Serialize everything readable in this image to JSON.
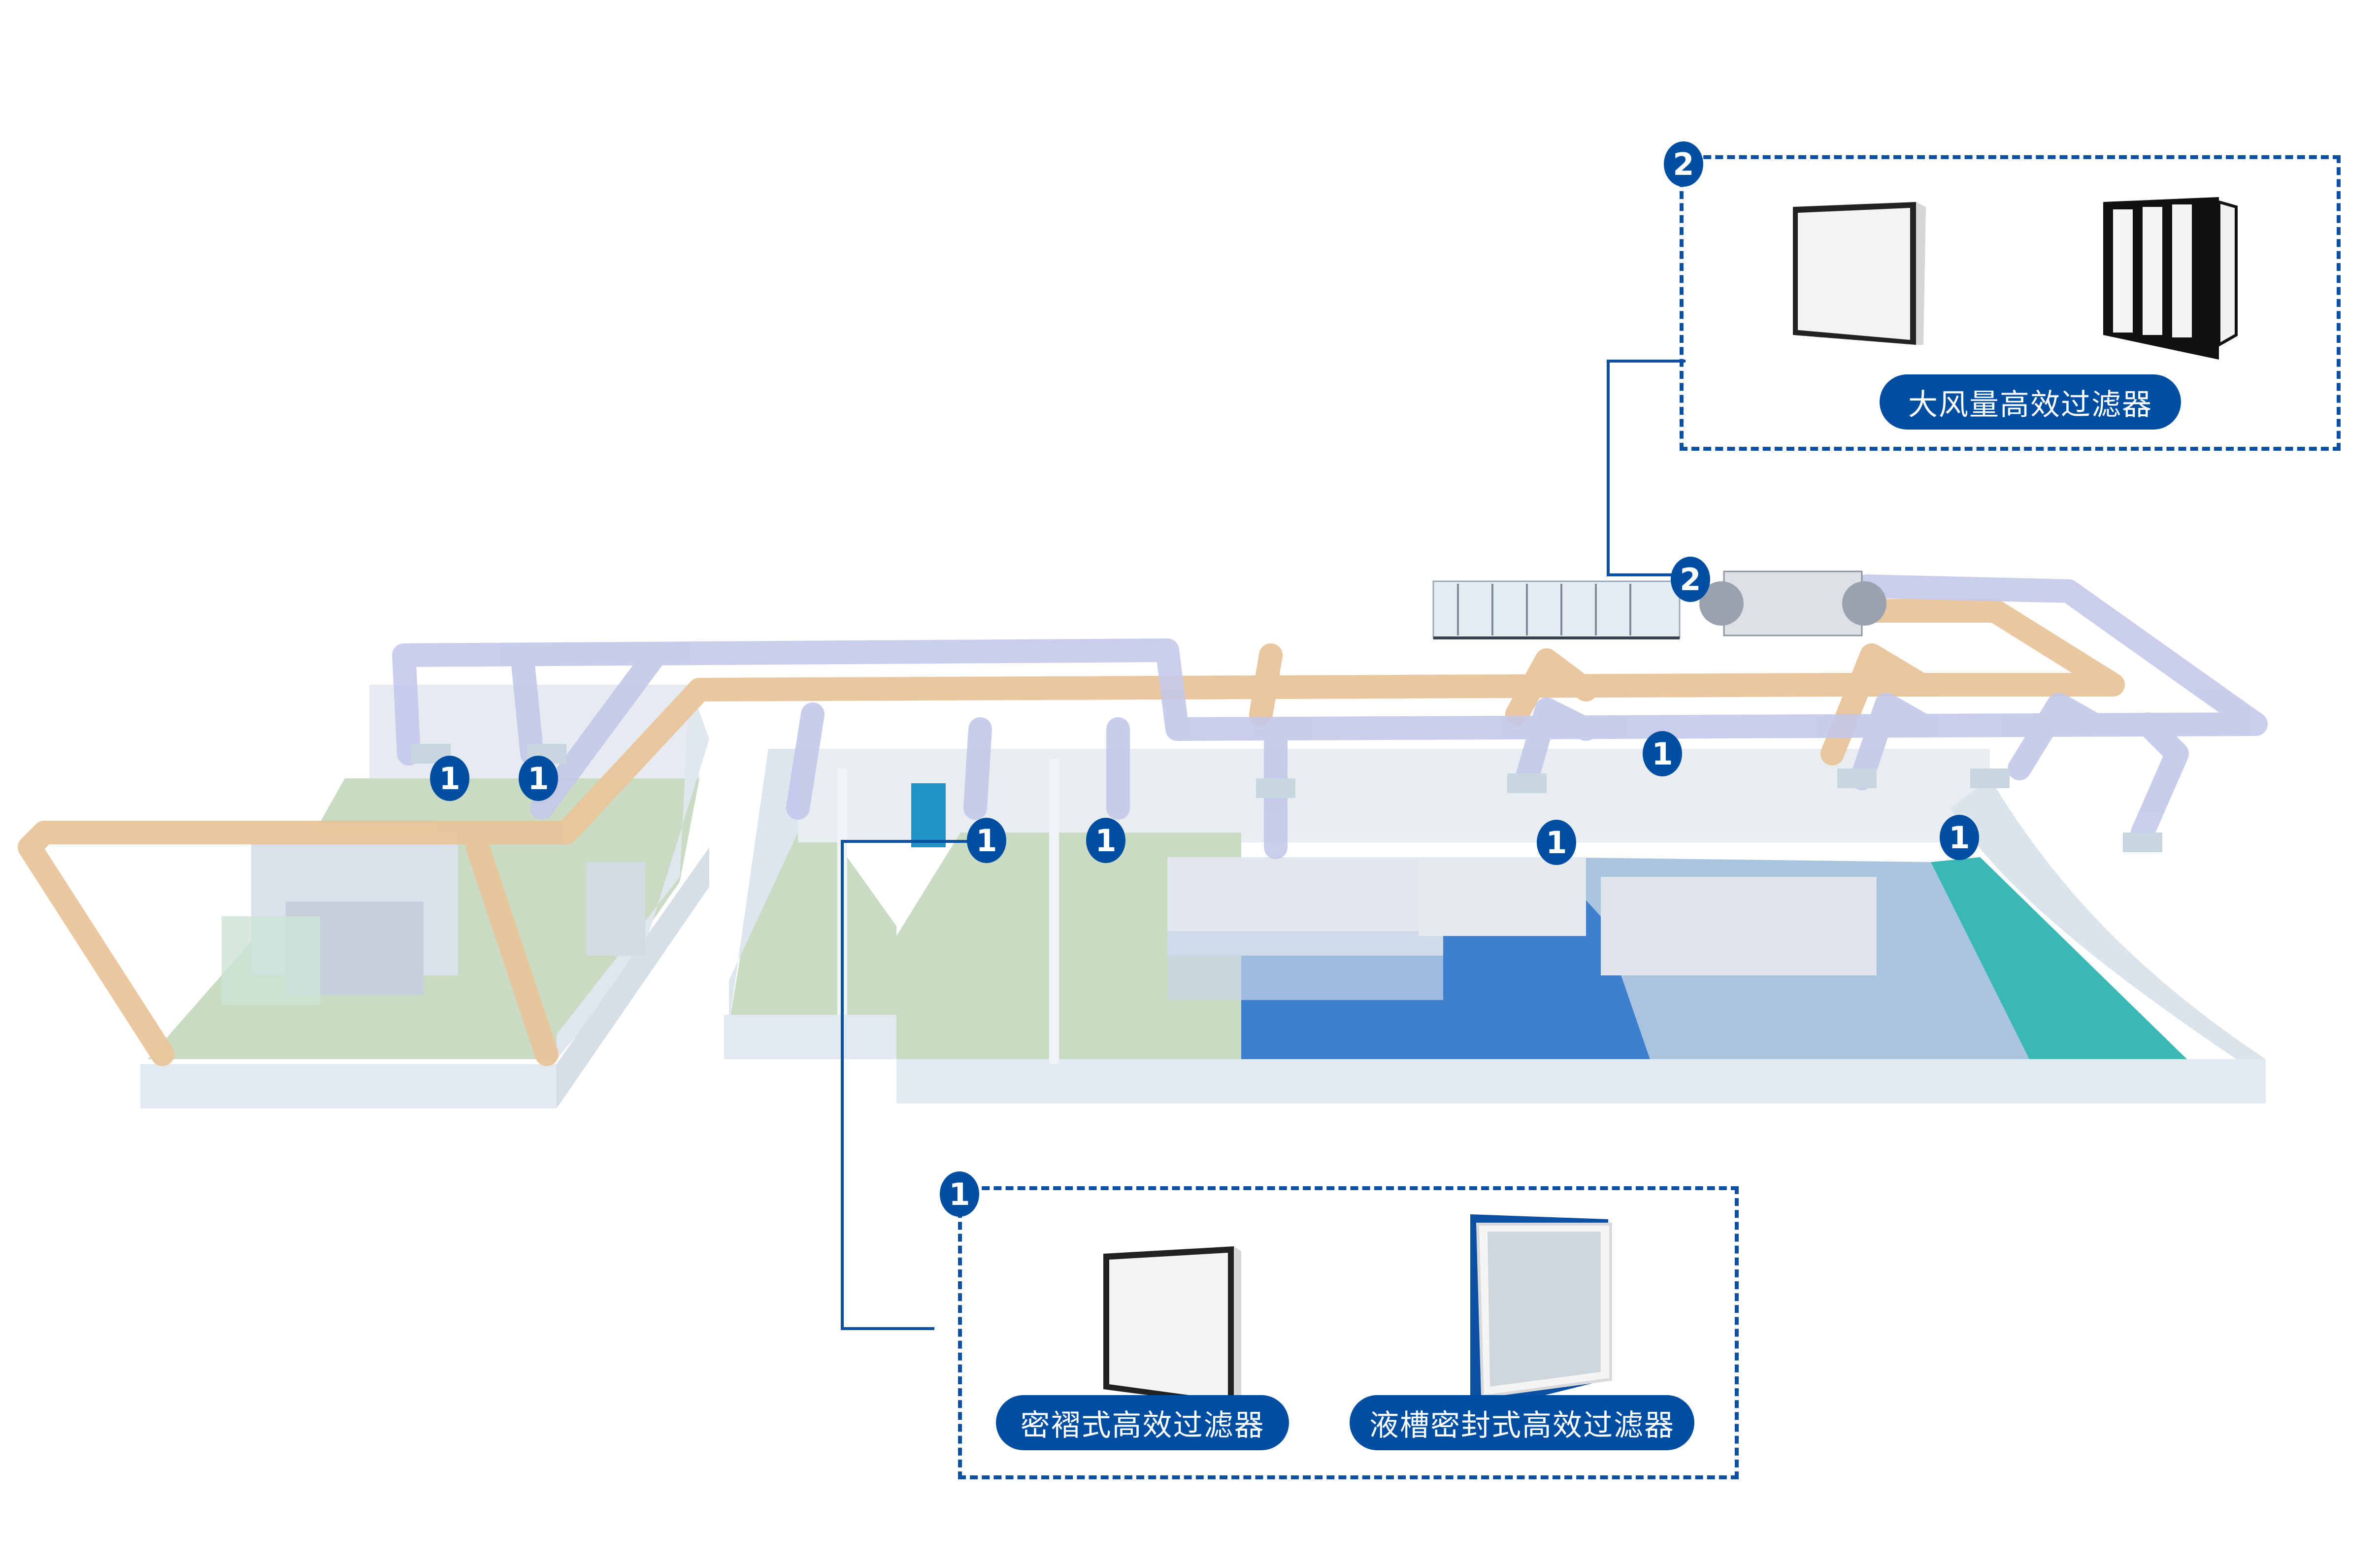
{
  "callouts": [
    {
      "id": "2",
      "badge": "2",
      "label": "大风量高效过滤器",
      "products": [
        "box-type-hepa-filter",
        "v-bank-hepa-filter"
      ]
    },
    {
      "id": "1",
      "badge": "1",
      "labels": [
        "密褶式高效过滤器",
        "液槽密封式高效过滤器"
      ],
      "products": [
        "mini-pleat-hepa-filter",
        "gel-seal-hepa-filter"
      ]
    }
  ],
  "markers": [
    {
      "label": "1"
    },
    {
      "label": "1"
    },
    {
      "label": "1"
    },
    {
      "label": "1"
    },
    {
      "label": "1"
    },
    {
      "label": "1"
    },
    {
      "label": "1"
    },
    {
      "label": "2"
    }
  ],
  "colors": {
    "accent": "#004ea2",
    "supply_duct": "#c4c8ea",
    "return_duct": "#e9c49a",
    "floor_green": "#c9dcc3",
    "floor_blue": "#3f7fd0",
    "floor_lightblue": "#a9c4dd",
    "floor_teal": "#3bb8b4",
    "wall": "#e6edf3"
  }
}
